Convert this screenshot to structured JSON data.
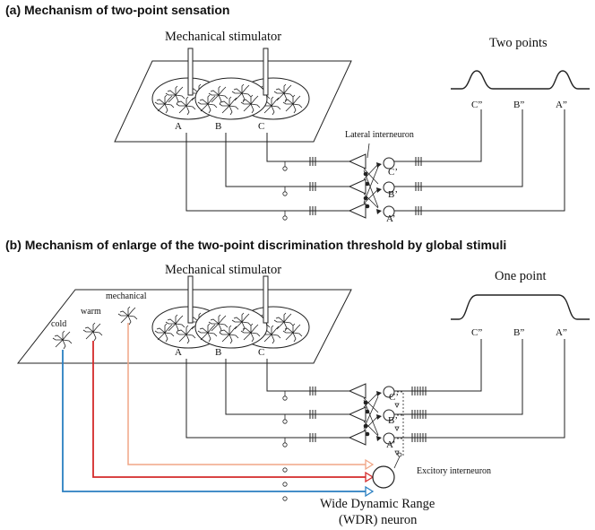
{
  "panel_a": {
    "title": "(a) Mechanism of two-point sensation",
    "stimulator_label": "Mechanical stimulator",
    "curve_label": "Two points",
    "interneuron_label": "Lateral interneuron",
    "skin_points": [
      "A",
      "B",
      "C"
    ],
    "cell_labels": [
      "C’",
      "B’",
      "A’"
    ],
    "output_labels": [
      "C”",
      "B”",
      "A”"
    ]
  },
  "panel_b": {
    "title": "(b) Mechanism of enlarge of the two-point discrimination threshold by global stimuli",
    "stimulator_label": "Mechanical stimulator",
    "curve_label": "One point",
    "receptor_labels": [
      "cold",
      "warm",
      "mechanical"
    ],
    "skin_points": [
      "A",
      "B",
      "C"
    ],
    "cell_labels": [
      "C’",
      "B’",
      "A’"
    ],
    "output_labels": [
      "C”",
      "B”",
      "A”"
    ],
    "excitatory_label": "Excitory interneuron",
    "wdr_label_line1": "Wide Dynamic Range",
    "wdr_label_line2": "(WDR) neuron"
  },
  "colors": {
    "cold": "#2a7fc1",
    "warm": "#d42a2a",
    "mechanical": "#f0a585",
    "line": "#222222"
  }
}
